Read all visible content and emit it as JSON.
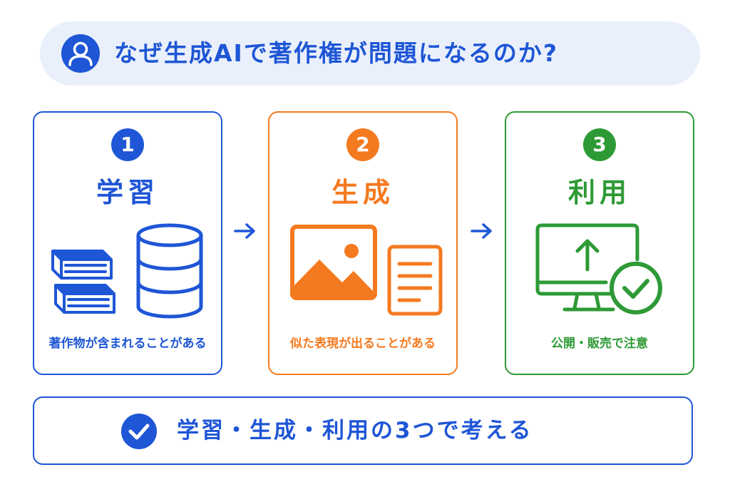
{
  "title": {
    "icon": "user-icon",
    "text": "なぜ生成AIで著作権が問題になるのか?"
  },
  "colors": {
    "blue": "#1e56d6",
    "orange": "#f47a20",
    "green": "#2e9a36",
    "title_bg": "#eaf0fb"
  },
  "steps": [
    {
      "number": "1",
      "heading": "学習",
      "caption": "著作物が含まれることがある",
      "icons": [
        "books-icon",
        "database-icon"
      ]
    },
    {
      "number": "2",
      "heading": "生成",
      "caption": "似た表現が出ることがある",
      "icons": [
        "image-icon",
        "document-icon"
      ]
    },
    {
      "number": "3",
      "heading": "利用",
      "caption": "公開・販売で注意",
      "icons": [
        "monitor-upload-icon",
        "check-circle-icon"
      ]
    }
  ],
  "summary": {
    "icon": "check-circle-icon",
    "text": "学習・生成・利用の3つで考える"
  }
}
